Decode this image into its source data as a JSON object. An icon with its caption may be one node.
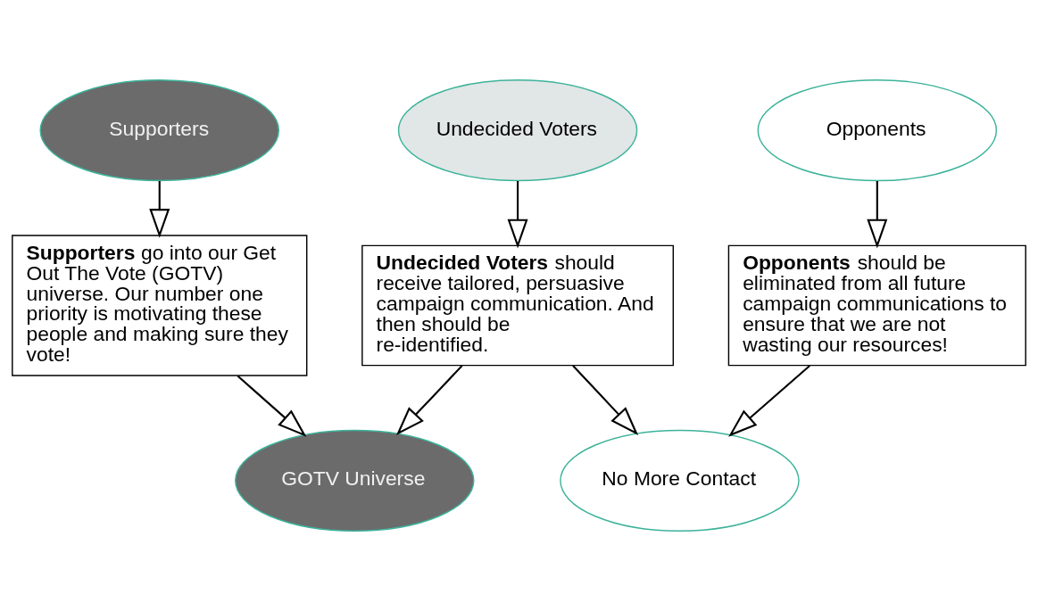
{
  "diagram": {
    "nodes": [
      {
        "text": [
          "Supporters"
        ]
      },
      {
        "text": [
          "Undecided Voters"
        ]
      },
      {
        "text": [
          "Opponents"
        ]
      },
      {
        "text": [
          "**Supporters** go into our Get Out The Vote (GOTV) universe.  Our number one priority is motivating these people and making sure they vote!"
        ]
      },
      {
        "text": [
          "**Undecided Voters** should receive tailored, persuasive campaign communication. And then should be re-identified."
        ]
      },
      {
        "text": [
          "**Opponents** should be eliminated from all future campaign communications to ensure that we are not wasting our resources!"
        ]
      },
      {
        "text": [
          "GOTV Universe"
        ]
      },
      {
        "text": [
          "No More Contact"
        ]
      }
    ],
    "edges": [
      {
        "from": 0,
        "to": 3,
        "arrow": "to"
      },
      {
        "from": 1,
        "to": 4,
        "arrow": "to"
      },
      {
        "from": 2,
        "to": 5,
        "arrow": "to"
      },
      {
        "from": 3,
        "to": 6,
        "arrow": "to"
      },
      {
        "from": 4,
        "to": 6,
        "arrow": "to"
      },
      {
        "from": 4,
        "to": 7,
        "arrow": "to"
      },
      {
        "from": 5,
        "to": 7,
        "arrow": "to"
      }
    ]
  }
}
